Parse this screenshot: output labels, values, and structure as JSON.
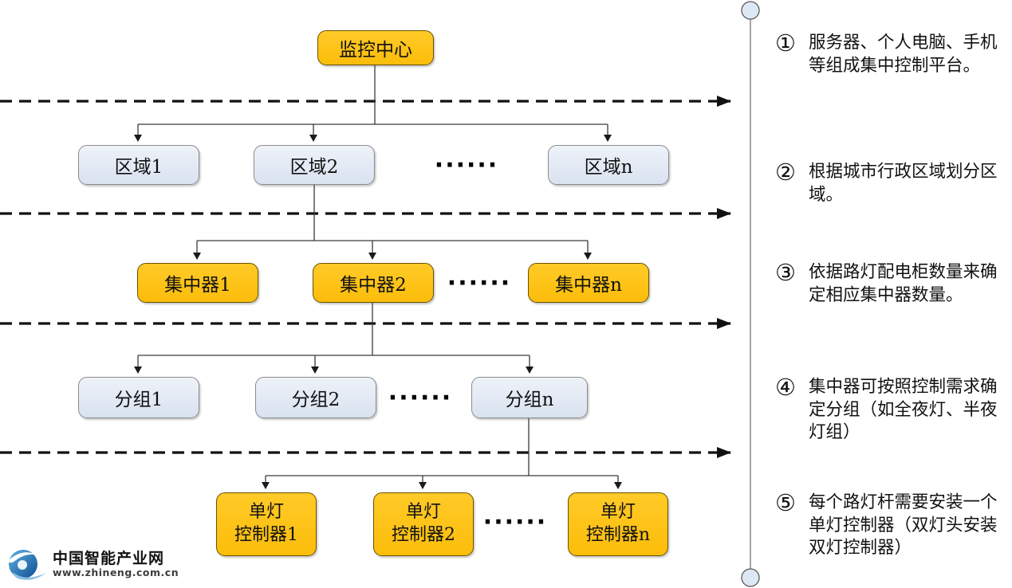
{
  "nodes": {
    "root": "监控中心",
    "regions": [
      "区域1",
      "区域2",
      "区域n"
    ],
    "concentrators": [
      "集中器1",
      "集中器2",
      "集中器n"
    ],
    "groups": [
      "分组1",
      "分组2",
      "分组n"
    ],
    "controllers": [
      "单灯\n控制器1",
      "单灯\n控制器2",
      "单灯\n控制器n"
    ],
    "ellipsis": "······"
  },
  "annotations": [
    {
      "num": "①",
      "text": "服务器、个人电脑、手机等组成集中控制平台。"
    },
    {
      "num": "②",
      "text": "根据城市行政区域划分区域。"
    },
    {
      "num": "③",
      "text": "依据路灯配电柜数量来确定相应集中器数量。"
    },
    {
      "num": "④",
      "text": "集中器可按照控制需求确定分组（如全夜灯、半夜灯组）"
    },
    {
      "num": "⑤",
      "text": "每个路灯杆需要安装一个单灯控制器（双灯头安装双灯控制器）"
    }
  ],
  "logo": {
    "title": "中国智能产业网",
    "url": "www.zhineng.com.cn"
  },
  "colors": {
    "node_orange": "#FCBD0A",
    "node_light": "#DEE5F1",
    "timeline_circle": "#DDE7F5",
    "line_black": "#111111",
    "connector_gray": "#3a3a3a",
    "logo_blue": "#1565A8"
  }
}
